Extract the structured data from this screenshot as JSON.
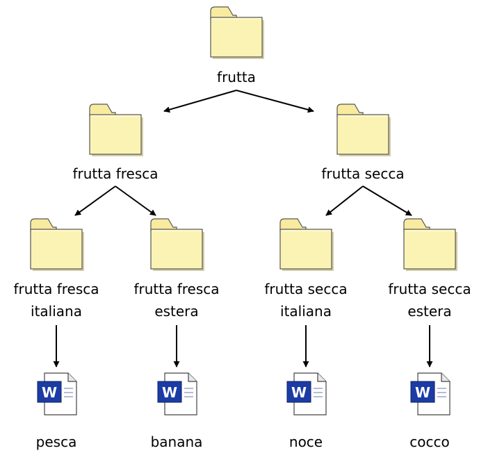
{
  "colors": {
    "folder_body": "#fbf3b3",
    "folder_tab": "#f8eb9f",
    "folder_outline": "#555555",
    "folder_shadow": "#b8ac6f",
    "doc_paper": "#ffffff",
    "doc_outline": "#444444",
    "word_badge": "#1c3ba4",
    "word_letter": "#ffffff",
    "arrow": "#000000",
    "label_text": "#000000",
    "background": "#ffffff"
  },
  "tree": {
    "root": {
      "icon": "folder-icon",
      "label_lines": [
        "frutta"
      ]
    },
    "level1": [
      {
        "icon": "folder-icon",
        "label_lines": [
          "frutta fresca"
        ]
      },
      {
        "icon": "folder-icon",
        "label_lines": [
          "frutta secca"
        ]
      }
    ],
    "level2": [
      {
        "icon": "folder-icon",
        "label_lines": [
          "frutta fresca",
          "italiana"
        ]
      },
      {
        "icon": "folder-icon",
        "label_lines": [
          "frutta fresca",
          "estera"
        ]
      },
      {
        "icon": "folder-icon",
        "label_lines": [
          "frutta secca",
          "italiana"
        ]
      },
      {
        "icon": "folder-icon",
        "label_lines": [
          "frutta secca",
          "estera"
        ]
      }
    ],
    "leaves": [
      {
        "icon": "word-document-icon",
        "badge_letter": "W",
        "label_lines": [
          "pesca"
        ]
      },
      {
        "icon": "word-document-icon",
        "badge_letter": "W",
        "label_lines": [
          "banana"
        ]
      },
      {
        "icon": "word-document-icon",
        "badge_letter": "W",
        "label_lines": [
          "noce"
        ]
      },
      {
        "icon": "word-document-icon",
        "badge_letter": "W",
        "label_lines": [
          "cocco"
        ]
      }
    ]
  }
}
